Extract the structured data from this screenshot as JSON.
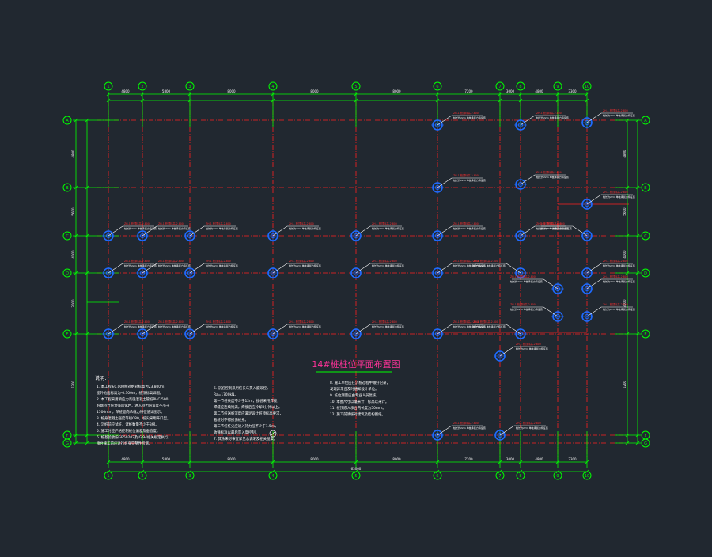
{
  "drawing": {
    "title": "14#桩桩位平面布置图",
    "colors": {
      "background": "#212830",
      "axis": "#00ff00",
      "grid": "#ff2020",
      "pile": "#1e6bff",
      "leader": "#ffffff",
      "tag": "#ff3030",
      "title": "#ff3399",
      "text": "#ffffff"
    },
    "x_axes": [
      "1",
      "2",
      "3",
      "4",
      "5",
      "6",
      "7",
      "8",
      "9",
      "10"
    ],
    "y_axes": [
      "A",
      "B",
      "C",
      "D",
      "E",
      "F",
      "G"
    ],
    "top_dims": [
      "4800",
      "5800",
      "8000",
      "8000",
      "8000",
      "7200",
      "3000",
      "4800",
      "3300"
    ],
    "bottom_dims": [
      "4800",
      "5800",
      "8000",
      "8000",
      "8000",
      "7200",
      "3000",
      "4800",
      "3300"
    ],
    "total_dim": "63000",
    "left_dims": [
      "4800",
      "5600",
      "4000",
      "3000",
      "6200"
    ],
    "right_dims": [
      "4800",
      "5600",
      "4000",
      "3000",
      "6200"
    ],
    "pile_tag": "ZH-1 桩顶标高-2.800",
    "pile_sub": "桩长约22m 单桩承载力特征值",
    "notes_heading": "说明：",
    "notes_col1": [
      "1. 本工程±0.000相对绝对标高为23.800m，",
      "   室外地面标高为-0.300m，桩顶标高详图。",
      "2. 本工程采用预应力高强混凝土管桩PHC-500",
      "   桩端持力层为强风化岩，进入持力层深度不小于",
      "   1500mm，单桩竖向承载力特征值详图示。",
      "3. 桩身混凝土强度等级C80，桩尖采用开口型。",
      "4. 沉桩前应试桩，试桩数量不少于3根。",
      "5. 施工时应严格控制桩位偏差及垂直度。",
      "6. 桩基验收按GB50202及JGJ94相关规定执行，",
      "   承台施工前应进行桩身完整性检测。"
    ],
    "notes_col2": [
      "6. 沉桩控制采用桩长与贯入度双控，",
      "   Ra=1700kN。",
      "   第一节桩长度不少于12m，接桩采用焊接，",
      "   焊缝应连续饱满，焊接后应冷却8分钟以上。",
      "   第二节桩送桩深度应满足设计桩顶标高要求，",
      "   截桩时不得损伤桩身。",
      "   第三节桩桩尖应进入持力层不少于1.5m，",
      "   收锤标准以最后贯入度控制。",
      "7. 其余未尽事宜详见总说明及相关图集。"
    ],
    "notes_col3": [
      "8. 施工单位应在沉桩过程中做好记录，",
      "   发现异常应及时通知设计单位。",
      "9. 桩位测量应由专业人员复核。",
      "10. 本图尺寸以毫米计，标高以米计。",
      "11. 桩顶嵌入承台内长度为50mm。",
      "12. 施工前请核对建筑及结构图纸。"
    ]
  }
}
